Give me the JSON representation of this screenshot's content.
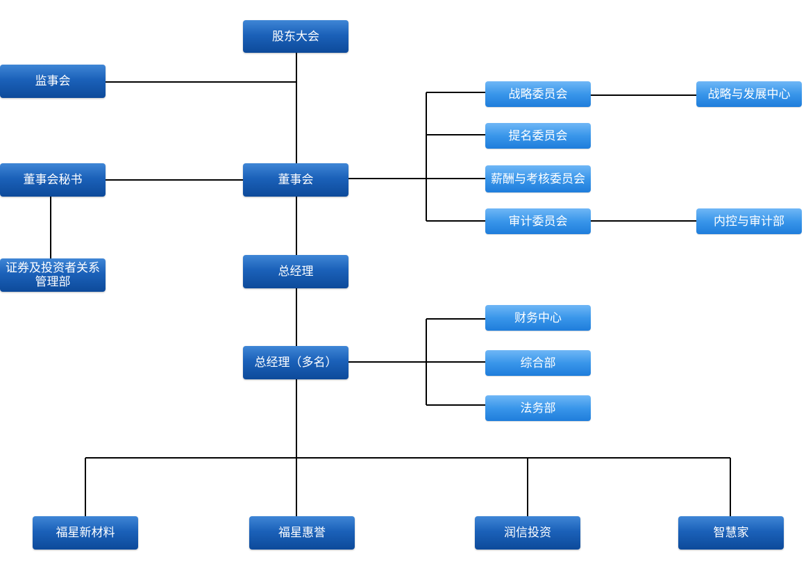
{
  "nodes": {
    "shareholders": "股东大会",
    "supervisory_board": "监事会",
    "board": "董事会",
    "board_secretary": "董事会秘书",
    "securities_ir_line1": "证券及投资者关系",
    "securities_ir_line2": "管理部",
    "general_manager": "总经理",
    "deputy_gm": "总经理（多名）",
    "strategy_committee": "战略委员会",
    "nomination_committee": "提名委员会",
    "remuneration_committee": "薪酬与考核委员会",
    "audit_committee": "审计委员会",
    "strategy_center": "战略与发展中心",
    "internal_audit": "内控与审计部",
    "finance_center": "财务中心",
    "general_dept": "综合部",
    "legal_dept": "法务部",
    "sub_materials": "福星新材料",
    "sub_huiyu": "福星惠誉",
    "sub_runxin": "润信投资",
    "sub_smarthome": "智慧家"
  },
  "colors": {
    "dark_node": "#1b61b9",
    "light_node": "#3996ea",
    "connector": "#000000",
    "text": "#ffffff"
  }
}
